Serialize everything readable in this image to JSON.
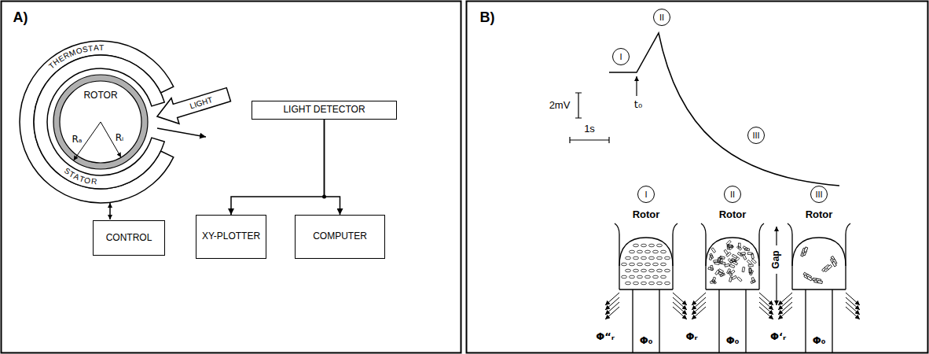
{
  "diagram": {
    "nodes": [
      {
        "text": [
          "LIGHT DETECTOR"
        ]
      },
      {
        "text": [
          "CONTROL"
        ]
      },
      {
        "text": [
          "XY-PLOTTER"
        ]
      },
      {
        "text": [
          "COMPUTER"
        ]
      },
      {
        "text": [
          "I"
        ]
      },
      {
        "text": [
          "II"
        ]
      },
      {
        "text": [
          "III"
        ]
      },
      {
        "text": [
          "I"
        ]
      },
      {
        "text": [
          "II"
        ]
      },
      {
        "text": [
          "III"
        ]
      }
    ],
    "edges": [
      {
        "from": 0,
        "to": 2,
        "arrow": "to"
      },
      {
        "from": 0,
        "to": 3,
        "arrow": "to"
      }
    ],
    "labels": [
      "A)",
      "THERMOSTAT",
      "ROTOR",
      "Rₐ",
      "Rᵢ",
      "LIGHT",
      "STATOR",
      "B)",
      "2mV",
      "t₀",
      "1s",
      "Rotor",
      "Rotor",
      "Rotor",
      "Gap",
      "Φ“ᵣ",
      "Φ₀",
      "Φᵣ",
      "Φ₀",
      "Φ‘ᵣ",
      "Φ₀"
    ]
  }
}
